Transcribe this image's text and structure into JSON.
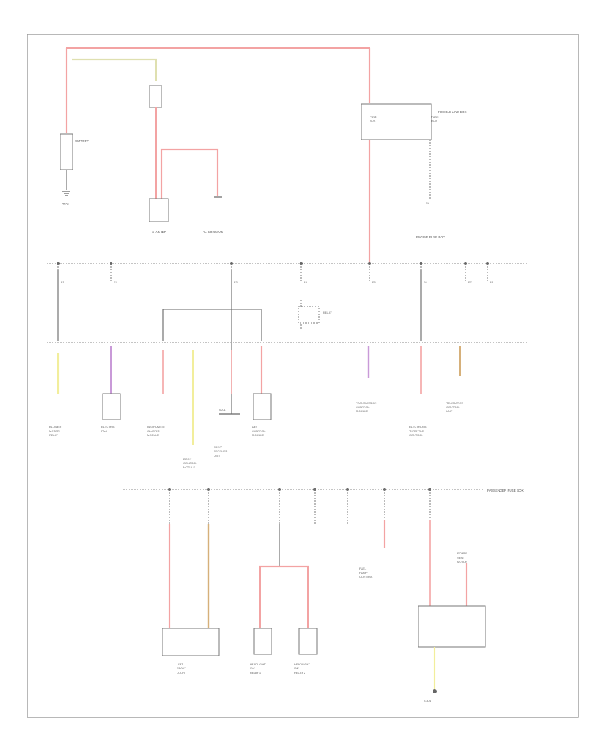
{
  "diagram": {
    "page_number": "",
    "top": {
      "battery": {
        "label": "BATTERY"
      },
      "ground_g1": {
        "label": "G101"
      },
      "starter": {
        "label": "STARTER"
      },
      "alternator": {
        "label": "ALTERNATOR"
      },
      "fusible_link_box": {
        "label": "FUSIBLE LINK BOX"
      },
      "fuse_a": {
        "label": "FUSE\nBOX"
      },
      "fuse_b": {
        "label": "FUSE\nBOX"
      },
      "connector_top": {
        "label": "C1"
      }
    },
    "bus1": {
      "label": "ENGINE FUSE BOX",
      "fuses": [
        "F1",
        "F2",
        "F3",
        "F4",
        "F5",
        "F6",
        "F7",
        "F8"
      ]
    },
    "bus2": {
      "loads": [
        {
          "label": "BLOWER\nMOTOR\nRELAY"
        },
        {
          "label": "ELECTRIC\nFAN"
        },
        {
          "label": "INSTRUMENT\nCLUSTER\nMODULE"
        },
        {
          "label": "BODY\nCONTROL\nMODULE"
        },
        {
          "label": "RADIO\nRECEIVER\nUNIT"
        },
        {
          "label": "ABS\nCONTROL\nMODULE"
        },
        {
          "label": "TRANSMISSION\nCONTROL\nMODULE"
        },
        {
          "label": "ELECTRONIC\nTHROTTLE\nCONTROL"
        },
        {
          "label": "TELEMATICS\nCONTROL\nUNIT"
        }
      ],
      "relay_label": "RELAY",
      "ground_label": "G201"
    },
    "bus3": {
      "label": "PASSENGER FUSE BOX",
      "loads": [
        {
          "label": "LEFT\nFRONT\nDOOR"
        },
        {
          "label": "HEADLIGHT\nSW\nRELAY 1"
        },
        {
          "label": "HEADLIGHT\nSW\nRELAY 2"
        },
        {
          "label": "FUEL\nPUMP\nCONTROL"
        },
        {
          "label": "POWER\nSEAT\nMOTOR"
        }
      ],
      "ground_label": "G301"
    }
  }
}
